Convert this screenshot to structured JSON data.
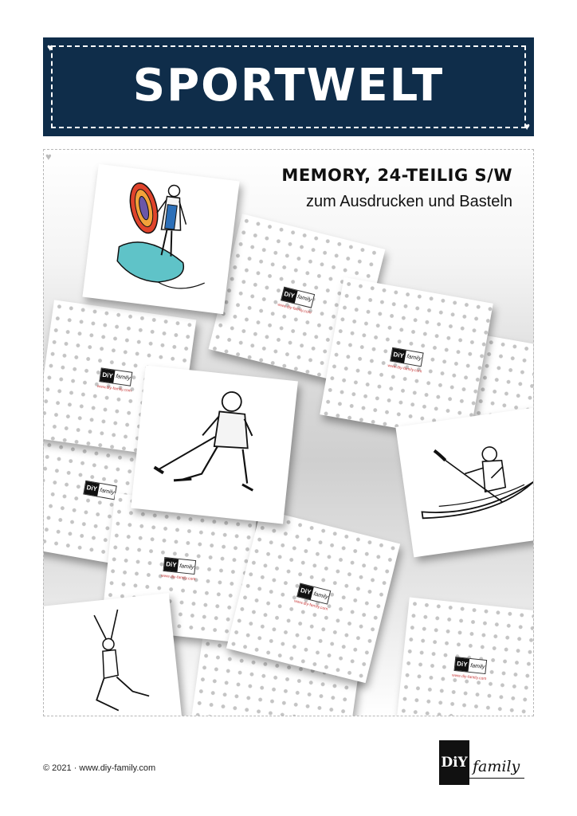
{
  "title": "SPORTWELT",
  "subtitle_line1": "MEMORY, 24-TEILIG S/W",
  "subtitle_line2": "zum Ausdrucken und Basteln",
  "card_back": {
    "logo_left": "DiY",
    "logo_right": "family",
    "url": "www.diy-family.com"
  },
  "cards_front": [
    "surfer",
    "ice-hockey-player",
    "kayaker",
    "high-jumper"
  ],
  "footer": {
    "copyright": "© 2021 · www.diy-family.com",
    "brand_box": "DiY",
    "brand_word": "family"
  },
  "colors": {
    "banner": "#0f2d4a",
    "heart": "#c83a3a"
  }
}
